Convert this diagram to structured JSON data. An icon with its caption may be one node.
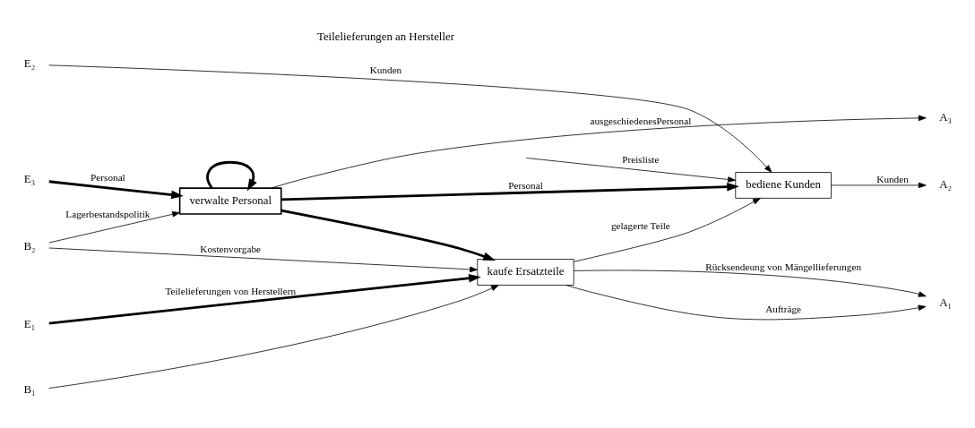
{
  "diagram": {
    "nodes": [
      {
        "text": [
          "kaufe Ersatzteile"
        ]
      },
      {
        "text": [
          "bediene Kunden"
        ]
      },
      {
        "text": [
          "verwalte Personal"
        ]
      },
      {
        "text": [
          "B₁"
        ]
      },
      {
        "text": [
          "B₂"
        ]
      },
      {
        "text": [
          "E₁"
        ]
      },
      {
        "text": [
          "E₂"
        ]
      },
      {
        "text": [
          "E₃"
        ]
      },
      {
        "text": [
          "A₁"
        ]
      },
      {
        "text": [
          "A₂"
        ]
      },
      {
        "text": [
          "A₃"
        ]
      }
    ],
    "edges": [
      {
        "from": 3,
        "to": 0,
        "arrow": "to"
      },
      {
        "from": 4,
        "to": 0,
        "arrow": "to",
        "label": "Kostenvorgabe"
      },
      {
        "from": 4,
        "to": 2,
        "arrow": "to",
        "label": "Lagerbestandspolitik"
      },
      {
        "from": 5,
        "to": 0,
        "arrow": "to",
        "label": "Teilelieferungen von Herstellern",
        "style": "thick"
      },
      {
        "from": 0,
        "to": 8,
        "arrow": "to",
        "label": "Aufträge"
      },
      {
        "from": 0,
        "to": 8,
        "arrow": "to",
        "label": "Rücksendeung von Mängellieferungen"
      },
      {
        "from": 0,
        "to": 1,
        "arrow": "to",
        "label": "gelagerte Teile"
      },
      {
        "from": 6,
        "to": 1,
        "arrow": "to",
        "label": "Kunden"
      },
      {
        "from": null,
        "to": 1,
        "arrow": "to",
        "label": "Preisliste"
      },
      {
        "from": 1,
        "to": 9,
        "arrow": "to",
        "label": "Kunden"
      },
      {
        "from": 7,
        "to": 2,
        "arrow": "to",
        "label": "Personal",
        "style": "thick"
      },
      {
        "from": 2,
        "to": 1,
        "arrow": "to",
        "label": "Personal",
        "style": "thick"
      },
      {
        "from": 2,
        "to": 10,
        "arrow": "to",
        "label": "ausgeschiedenesPersonal"
      },
      {
        "from": 2,
        "to": 0,
        "arrow": "to",
        "style": "thick"
      },
      {
        "from": 2,
        "to": 2,
        "arrow": "to",
        "style": "thick"
      }
    ],
    "labels": [
      "Teilelieferungen an Hersteller"
    ]
  }
}
